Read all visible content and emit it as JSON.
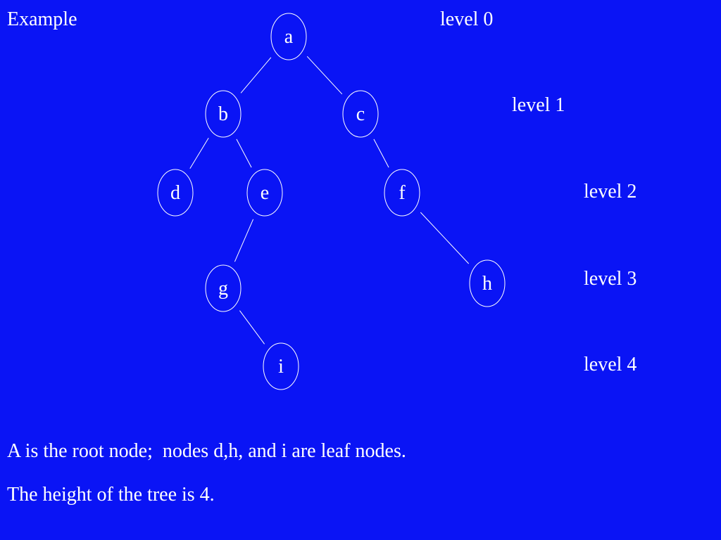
{
  "title": "Example",
  "levels": [
    "level 0",
    "level 1",
    "level 2",
    "level 3",
    "level 4"
  ],
  "tree": {
    "nodes": [
      {
        "id": "a",
        "label": "a",
        "level": 0
      },
      {
        "id": "b",
        "label": "b",
        "level": 1
      },
      {
        "id": "c",
        "label": "c",
        "level": 1
      },
      {
        "id": "d",
        "label": "d",
        "level": 2
      },
      {
        "id": "e",
        "label": "e",
        "level": 2
      },
      {
        "id": "f",
        "label": "f",
        "level": 2
      },
      {
        "id": "g",
        "label": "g",
        "level": 3
      },
      {
        "id": "h",
        "label": "h",
        "level": 3
      },
      {
        "id": "i",
        "label": "i",
        "level": 4
      }
    ],
    "edges": [
      [
        "a",
        "b"
      ],
      [
        "a",
        "c"
      ],
      [
        "b",
        "d"
      ],
      [
        "b",
        "e"
      ],
      [
        "c",
        "f"
      ],
      [
        "e",
        "g"
      ],
      [
        "f",
        "h"
      ],
      [
        "g",
        "i"
      ]
    ]
  },
  "notes": [
    "A is the root node;  nodes d,h, and i are leaf nodes.",
    "The height of the tree is 4."
  ],
  "colors": {
    "background": "#0a14f5",
    "foreground": "#ffffff"
  }
}
